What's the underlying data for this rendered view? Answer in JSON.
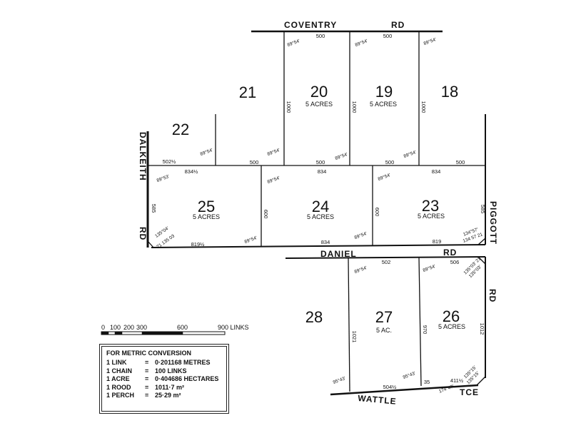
{
  "roads": {
    "coventry_1": "COVENTRY",
    "coventry_2": "RD",
    "dalkeith_1": "DALKEITH",
    "dalkeith_2": "RD",
    "daniel_1": "DANIEL",
    "daniel_2": "RD",
    "piggott": "PIGGOTT",
    "piggott_rd": "RD",
    "wattle": "WATTLE",
    "tce": "TCE"
  },
  "lots": [
    {
      "number": "18",
      "area": ""
    },
    {
      "number": "19",
      "area": "5 ACRES"
    },
    {
      "number": "20",
      "area": "5 ACRES"
    },
    {
      "number": "21",
      "area": ""
    },
    {
      "number": "22",
      "area": ""
    },
    {
      "number": "23",
      "area": "5 ACRES"
    },
    {
      "number": "24",
      "area": "5 ACRES"
    },
    {
      "number": "25",
      "area": "5 ACRES"
    },
    {
      "number": "26",
      "area": "5 ACRES"
    },
    {
      "number": "27",
      "area": "5 AC."
    },
    {
      "number": "28",
      "area": ""
    }
  ],
  "dimensions": {
    "l20_top": "500",
    "l19_top": "500",
    "l20_side": "1000",
    "l19_side": "1000",
    "l18_side": "1000",
    "l21_bottom": "500",
    "l20_bottom": "500",
    "l19_bottom": "500",
    "l18_bottom": "500",
    "l22_bottom": "502½",
    "l25_top": "834½",
    "l24_top": "834",
    "l23_top": "834",
    "l25_side": "585",
    "l24_side": "600",
    "l23_side": "600",
    "l23_right": "585",
    "l25_bottom": "819½",
    "l24_bottom": "834",
    "l23_bottom": "819",
    "l27_top": "502",
    "l26_top": "506",
    "l27_side": "1021",
    "l26_side": "970",
    "l26_right": "1012",
    "l27_bottom": "504½",
    "l26_bottom": "411½",
    "l26_bottom_left": "35"
  },
  "bearings": {
    "b_20_top": "89°54'",
    "b_19_top": "89°54'",
    "b_18_top": "89°54'",
    "b_22": "89°54'",
    "b_21": "89°54'",
    "b_20_bot": "89°54'",
    "b_19_bot": "89°54'",
    "b_25_top": "89°53'",
    "b_24_top": "89°54'",
    "b_23_top": "89°54'",
    "b_25_c1": "135°04'",
    "b_25_c2": "21 135 03",
    "b_25_br": "89°54'",
    "b_24_br": "89°54'",
    "b_23_c1": "134°57'",
    "b_23_c2": "134 57 21",
    "b_27_top": "89°54'",
    "b_26_top": "89°54'",
    "b_26_c1": "135°03' 21",
    "b_26_c2": "135°03'",
    "b_27_bl": "95°43'",
    "b_27_br": "95°43'",
    "b_26_bl": "135°15'",
    "b_26_bl2": "135°15'",
    "b_wattle": "174°47'"
  },
  "scale_bar": {
    "labels": [
      "0",
      "100",
      "200",
      "300",
      "600",
      "900 LINKS"
    ]
  },
  "metric": {
    "title": "FOR METRIC CONVERSION",
    "rows": [
      {
        "unit": "1 LINK",
        "eq": "=",
        "value": "0·201168 METRES"
      },
      {
        "unit": "1 CHAIN",
        "eq": "=",
        "value": "100 LINKS"
      },
      {
        "unit": "1 ACRE",
        "eq": "=",
        "value": "0·404686 HECTARES"
      },
      {
        "unit": "1 ROOD",
        "eq": "=",
        "value": "1011·7 m²"
      },
      {
        "unit": "1 PERCH",
        "eq": "=",
        "value": "25·29 m²"
      }
    ]
  }
}
